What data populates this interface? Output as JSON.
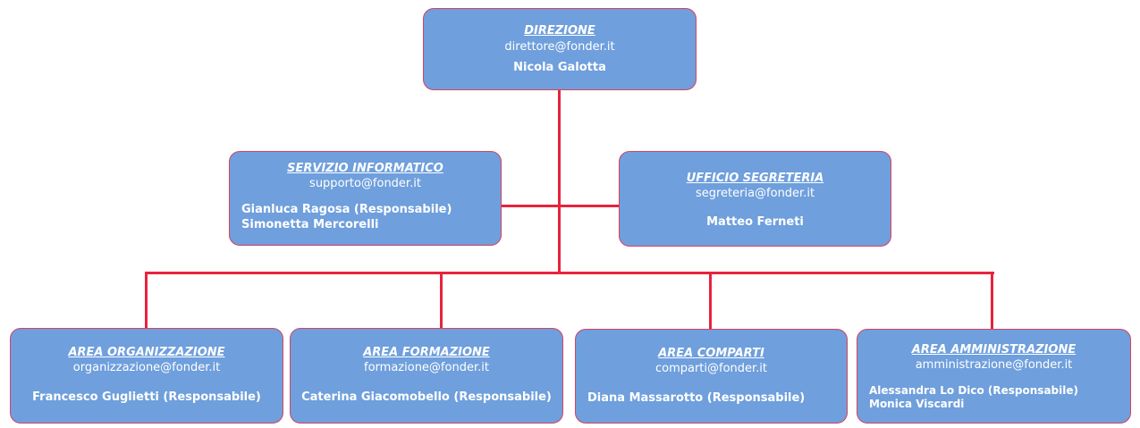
{
  "direzione": {
    "title": "DIREZIONE",
    "email": "direttore@fonder.it",
    "people": [
      "Nicola Galotta"
    ]
  },
  "servizio_informatico": {
    "title": "SERVIZIO INFORMATICO",
    "email": "supporto@fonder.it",
    "people": [
      "Gianluca Ragosa (Responsabile)",
      "Simonetta Mercorelli"
    ]
  },
  "ufficio_segreteria": {
    "title": "UFFICIO SEGRETERIA",
    "email": "segreteria@fonder.it",
    "people": [
      "Matteo Ferneti"
    ]
  },
  "area_organizzazione": {
    "title": "AREA ORGANIZZAZIONE",
    "email": "organizzazione@fonder.it",
    "people": [
      "Francesco Guglietti (Responsabile)"
    ]
  },
  "area_formazione": {
    "title": "AREA FORMAZIONE",
    "email": "formazione@fonder.it",
    "people": [
      "Caterina Giacomobello (Responsabile)"
    ]
  },
  "area_comparti": {
    "title": "AREA COMPARTI",
    "email": "comparti@fonder.it",
    "people": [
      "Diana Massarotto (Responsabile)"
    ]
  },
  "area_amministrazione": {
    "title": "AREA AMMINISTRAZIONE",
    "email": "amministrazione@fonder.it",
    "people": [
      "Alessandra Lo Dico (Responsabile)",
      "Monica Viscardi"
    ]
  },
  "colors": {
    "box_fill": "#6f9fdc",
    "box_border": "#d64263",
    "connector": "#e8233c",
    "text": "#ffffff"
  }
}
